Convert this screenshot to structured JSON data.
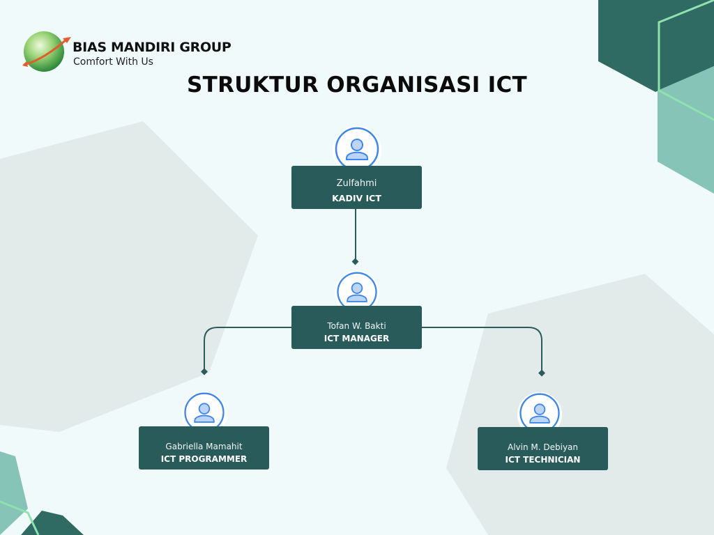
{
  "brand": {
    "name": "BIAS MANDIRI GROUP",
    "tagline": "Comfort With Us",
    "logo_icon": "globe-swoosh-icon"
  },
  "title": "STRUKTUR ORGANISASI ICT",
  "colors": {
    "background": "#f1fafb",
    "card": "#285b5a",
    "card_text": "#ffffff",
    "connector": "#285b5a",
    "avatar_blue": "#3d86ec",
    "avatar_fill": "#bcd5f7",
    "hex_dark": "#2f6a63",
    "hex_mid": "#86c4b7",
    "hex_light_line": "#8ee2ad",
    "hex_pale": "#e3ebea"
  },
  "org": {
    "avatar_icon": "user-avatar-icon",
    "nodes": [
      {
        "id": "kadiv",
        "name": "Zulfahmi",
        "role": "KADIV ICT"
      },
      {
        "id": "manager",
        "name": "Tofan W. Bakti",
        "role": "ICT MANAGER"
      },
      {
        "id": "programmer",
        "name": "Gabriella Mamahit",
        "role": "ICT PROGRAMMER"
      },
      {
        "id": "technician",
        "name": "Alvin M. Debiyan",
        "role": "ICT TECHNICIAN"
      }
    ],
    "edges": [
      {
        "from": "kadiv",
        "to": "manager"
      },
      {
        "from": "manager",
        "to": "programmer"
      },
      {
        "from": "manager",
        "to": "technician"
      }
    ]
  }
}
